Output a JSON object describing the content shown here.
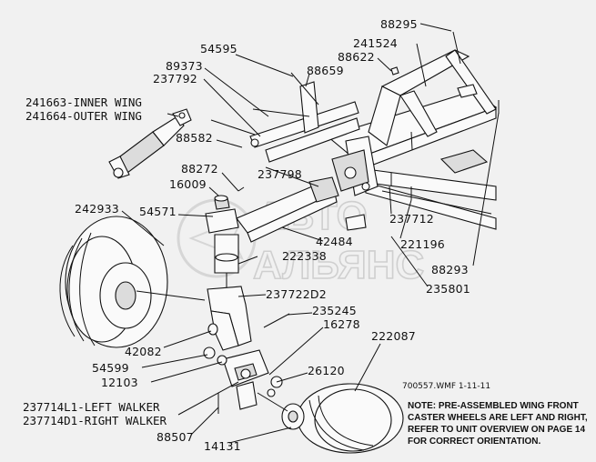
{
  "watermark": {
    "line1": "АВТО",
    "line2": "АЛЬЯНС"
  },
  "drawing_ref": "700557.WMF  1-11-11",
  "note": {
    "line1": "NOTE: PRE-ASSEMBLED WING FRONT",
    "line2": "CASTER WHEELS ARE LEFT AND RIGHT,",
    "line3": "REFER TO UNIT OVERVIEW ON PAGE 14",
    "line4": "FOR CORRECT ORIENTATION."
  },
  "labels": {
    "p88295": "88295",
    "p241524": "241524",
    "p54595": "54595",
    "p89373": "89373",
    "p88622": "88622",
    "p237792": "237792",
    "p88659": "88659",
    "p241663": "241663-INNER WING",
    "p241664": "241664-OUTER WING",
    "p88582": "88582",
    "p237798": "237798",
    "p88272": "88272",
    "p16009": "16009",
    "p242933": "242933",
    "p54571": "54571",
    "p237712": "237712",
    "p42484": "42484",
    "p222338": "222338",
    "p221196": "221196",
    "p88293": "88293",
    "p235801": "235801",
    "p237722D2": "237722D2",
    "p235245": "235245",
    "p16278": "16278",
    "p42082": "42082",
    "p222087": "222087",
    "p54599": "54599",
    "p12103": "12103",
    "p26120": "26120",
    "p237714L1": "237714L1-LEFT WALKER",
    "p237714D1": "237714D1-RIGHT WALKER",
    "p88507": "88507",
    "p14131": "14131"
  }
}
